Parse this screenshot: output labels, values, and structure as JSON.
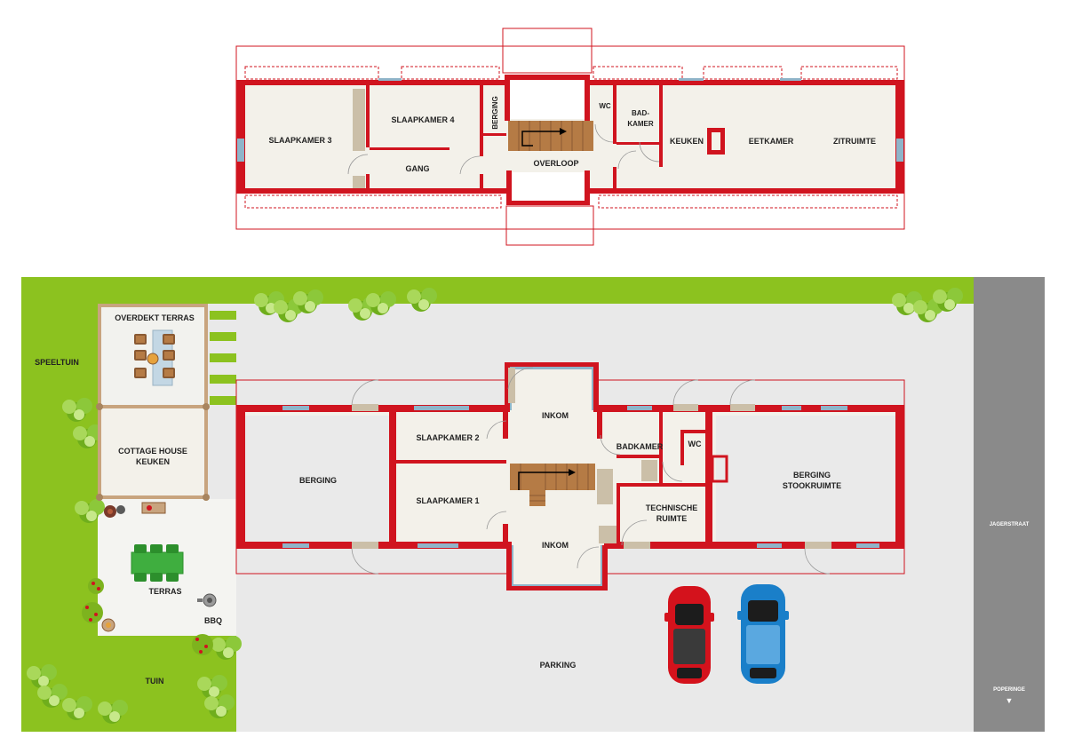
{
  "colors": {
    "wall": "#d0141f",
    "floor": "#f3f1ea",
    "grass": "#8cc21f",
    "pavement": "#e9e9e9",
    "road": "#8a8a8a",
    "timber": "#c8a47e",
    "stairs": "#b57b45",
    "window": "#8fb4c9",
    "car_red": "#d4121c",
    "car_blue": "#1a7fc9"
  },
  "upper_floor": {
    "rooms": {
      "slaapkamer3": "SLAAPKAMER 3",
      "slaapkamer4": "SLAAPKAMER 4",
      "berging": "BERGING",
      "wc": "WC",
      "badkamer_l1": "BAD-",
      "badkamer_l2": "KAMER",
      "gang": "GANG",
      "overloop": "OVERLOOP",
      "keuken": "KEUKEN",
      "eetkamer": "EETKAMER",
      "zitruimte": "ZITRUIMTE"
    }
  },
  "ground_floor": {
    "areas": {
      "overdekt_terras": "OVERDEKT TERRAS",
      "speeltuin": "SPEELTUIN",
      "cottage_l1": "COTTAGE HOUSE",
      "cottage_l2": "KEUKEN",
      "terras": "TERRAS",
      "bbq": "BBQ",
      "tuin": "TUIN",
      "parking": "PARKING",
      "jagerstraat": "JAGERSTRAAT",
      "poperinge": "POPERINGE",
      "poperinge_arrow": "▼"
    },
    "rooms": {
      "berging": "BERGING",
      "slaapkamer2": "SLAAPKAMER 2",
      "slaapkamer1": "SLAAPKAMER 1",
      "inkom_top": "INKOM",
      "inkom_bottom": "INKOM",
      "badkamer": "BADKAMER",
      "wc": "WC",
      "technische_l1": "TECHNISCHE",
      "technische_l2": "RUIMTE",
      "berging_stook_l1": "BERGING",
      "berging_stook_l2": "STOOKRUIMTE"
    }
  }
}
